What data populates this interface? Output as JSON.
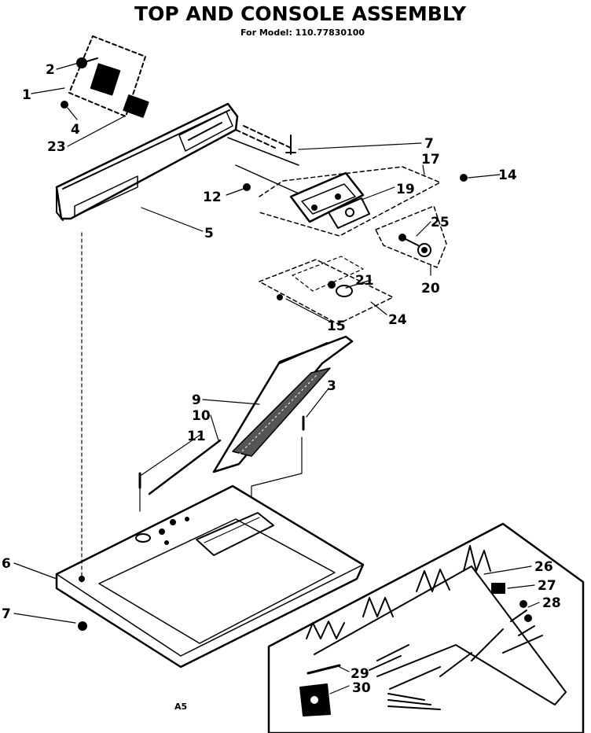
{
  "header": {
    "title": "TOP AND CONSOLE ASSEMBLY",
    "model": "For Model: 110.77830100"
  },
  "footer_code": "A5",
  "callouts": {
    "p1": "1",
    "p2": "2",
    "p3": "3",
    "p4": "4",
    "p5": "5",
    "p6": "6",
    "p7a": "7",
    "p7b": "7",
    "p9": "9",
    "p10": "10",
    "p11": "11",
    "p12": "12",
    "p14": "14",
    "p15": "15",
    "p17": "17",
    "p19": "19",
    "p20": "20",
    "p21": "21",
    "p23": "23",
    "p24": "24",
    "p25": "25",
    "p26": "26",
    "p27": "27",
    "p28": "28",
    "p29": "29",
    "p30": "30"
  }
}
